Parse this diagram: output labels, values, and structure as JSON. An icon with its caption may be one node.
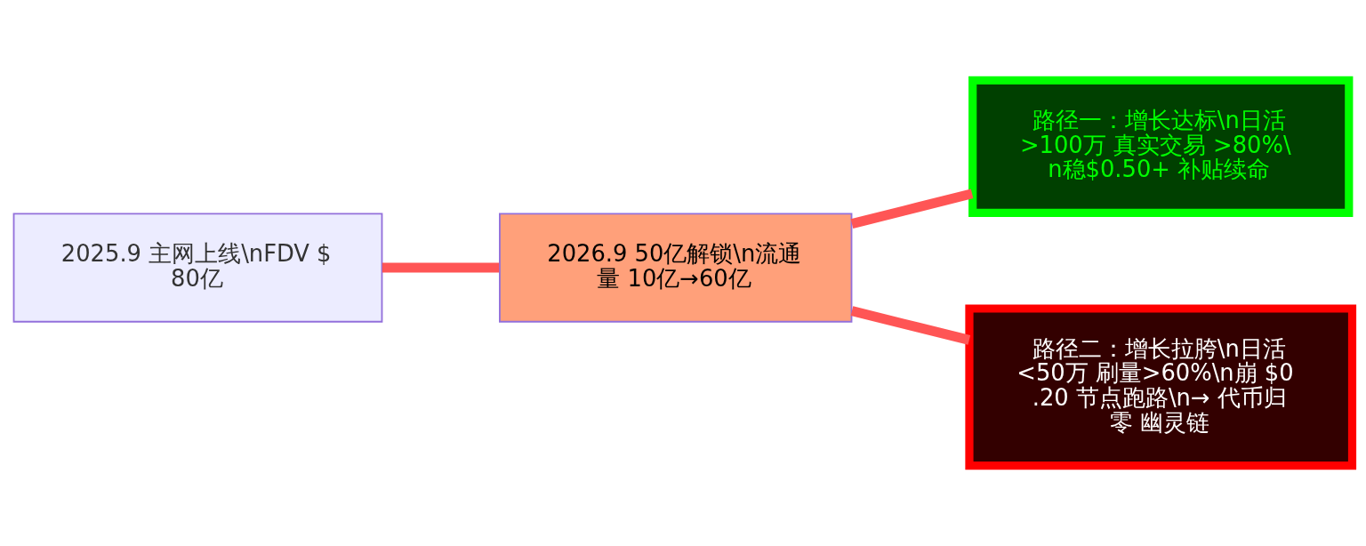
{
  "diagram": {
    "nodes": [
      {
        "text": [
          "2025.9 主网上线\\nFDV $80亿"
        ]
      },
      {
        "text": [
          "2026.9 50亿解锁\\n流通量 10亿→60亿"
        ]
      },
      {
        "text": [
          "路径一：增长达标\\n日活 >100万 真实交易 >80%\\n稳$0.50+ 补贴续命"
        ]
      },
      {
        "text": [
          "路径二：增长拉胯\\n日活 <50万 刷量>60%\\n崩 $0.20 节点跑路\\n→ 代币归零 幽灵链"
        ]
      }
    ],
    "edges": [
      {
        "from": 0,
        "to": 1,
        "arrow": "none"
      },
      {
        "from": 1,
        "to": 2,
        "arrow": "none"
      },
      {
        "from": 1,
        "to": 3,
        "arrow": "none"
      }
    ]
  }
}
